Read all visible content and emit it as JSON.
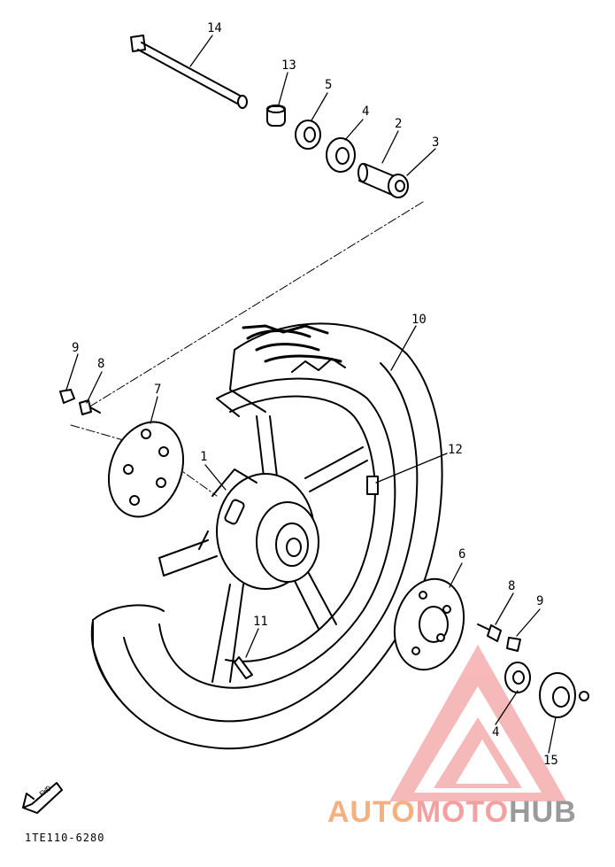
{
  "diagram": {
    "part_code": "1TE110-6280",
    "fwd_label": "FWD",
    "callouts": [
      {
        "id": "c14",
        "text": "14"
      },
      {
        "id": "c13",
        "text": "13"
      },
      {
        "id": "c5a",
        "text": "5"
      },
      {
        "id": "c4a",
        "text": "4"
      },
      {
        "id": "c2",
        "text": "2"
      },
      {
        "id": "c3",
        "text": "3"
      },
      {
        "id": "c10",
        "text": "10"
      },
      {
        "id": "c9a",
        "text": "9"
      },
      {
        "id": "c8a",
        "text": "8"
      },
      {
        "id": "c7",
        "text": "7"
      },
      {
        "id": "c1",
        "text": "1"
      },
      {
        "id": "c12",
        "text": "12"
      },
      {
        "id": "c6",
        "text": "6"
      },
      {
        "id": "c8b",
        "text": "8"
      },
      {
        "id": "c9b",
        "text": "9"
      },
      {
        "id": "c11",
        "text": "11"
      },
      {
        "id": "c4b",
        "text": "4"
      },
      {
        "id": "c15",
        "text": "15"
      }
    ]
  },
  "watermark": {
    "part1": "AUTO",
    "part2": "MOTO",
    "part3": "HUB",
    "color_auto": "#f4b080",
    "color_moto": "#f4a0a0",
    "color_hub": "#9a9a9a"
  }
}
